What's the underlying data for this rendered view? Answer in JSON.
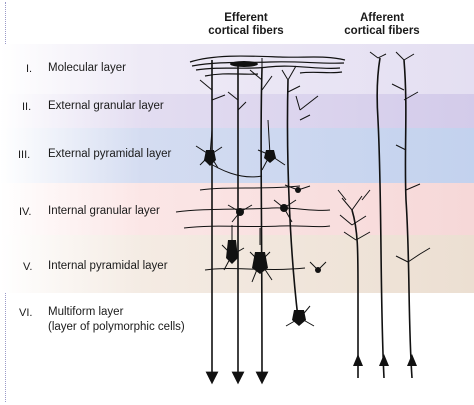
{
  "headings": {
    "efferent_line1": "Efferent",
    "efferent_line2": "cortical fibers",
    "afferent_line1": "Afferent",
    "afferent_line2": "cortical fibers"
  },
  "layers": [
    {
      "numeral": "I.",
      "name": "Molecular layer",
      "color": "#e4dff2"
    },
    {
      "numeral": "II.",
      "name": "External granular layer",
      "color": "#d3cbea"
    },
    {
      "numeral": "III.",
      "name": "External pyramidal layer",
      "color": "#c3d2ee"
    },
    {
      "numeral": "IV.",
      "name": "Internal granular layer",
      "color": "#f6d8d8"
    },
    {
      "numeral": "V.",
      "name": "Internal pyramidal layer",
      "color": "#ecdfd2"
    },
    {
      "numeral": "VI.",
      "name": "Multiform layer",
      "subname": "(layer of polymorphic cells)",
      "color": "#ffffff"
    }
  ]
}
